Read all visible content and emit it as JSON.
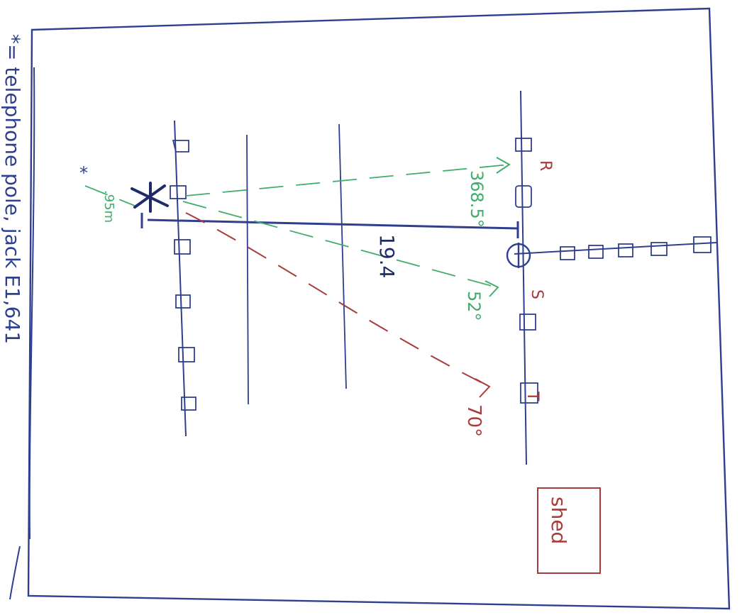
{
  "labels": {
    "R": "R",
    "S": "S",
    "T": "T",
    "angle_r": "368.5°",
    "angle_s": "52°",
    "angle_t": "70°",
    "distance_main": "19.4",
    "distance_small": ".95m",
    "shed": "shed",
    "legend": "*= telephone pole, jack E1,641"
  },
  "colors": {
    "ink_blue": "#2f3f8f",
    "ink_green": "#3fae6a",
    "ink_red": "#a83a3a"
  }
}
